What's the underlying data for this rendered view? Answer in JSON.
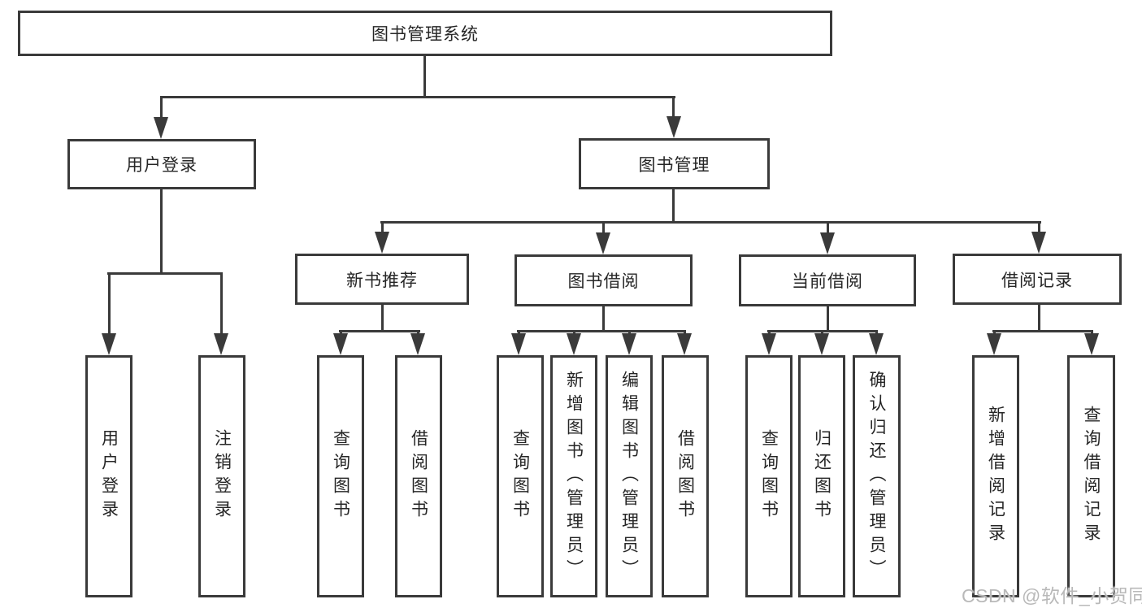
{
  "diagram": {
    "root": "图书管理系统",
    "branches": {
      "user": "用户登录",
      "book": "图书管理"
    },
    "modules": {
      "new_book": "新书推荐",
      "borrow": "图书借阅",
      "current": "当前借阅",
      "records": "借阅记录"
    },
    "leaves": {
      "user": [
        "用户登录",
        "注销登录"
      ],
      "new_book": [
        "查询图书",
        "借阅图书"
      ],
      "borrow": [
        "查询图书",
        "新增图书（管理员）",
        "编辑图书（管理员）",
        "借阅图书"
      ],
      "current": [
        "查询图书",
        "归还图书",
        "确认归还（管理员）"
      ],
      "records": [
        "新增借阅记录",
        "查询借阅记录"
      ]
    }
  },
  "watermark": "CSDN @软件_小贺同学",
  "colors": {
    "line": "#3a3a3a",
    "text": "#262626",
    "watermark": "#b9b9b9",
    "background": "#ffffff"
  }
}
